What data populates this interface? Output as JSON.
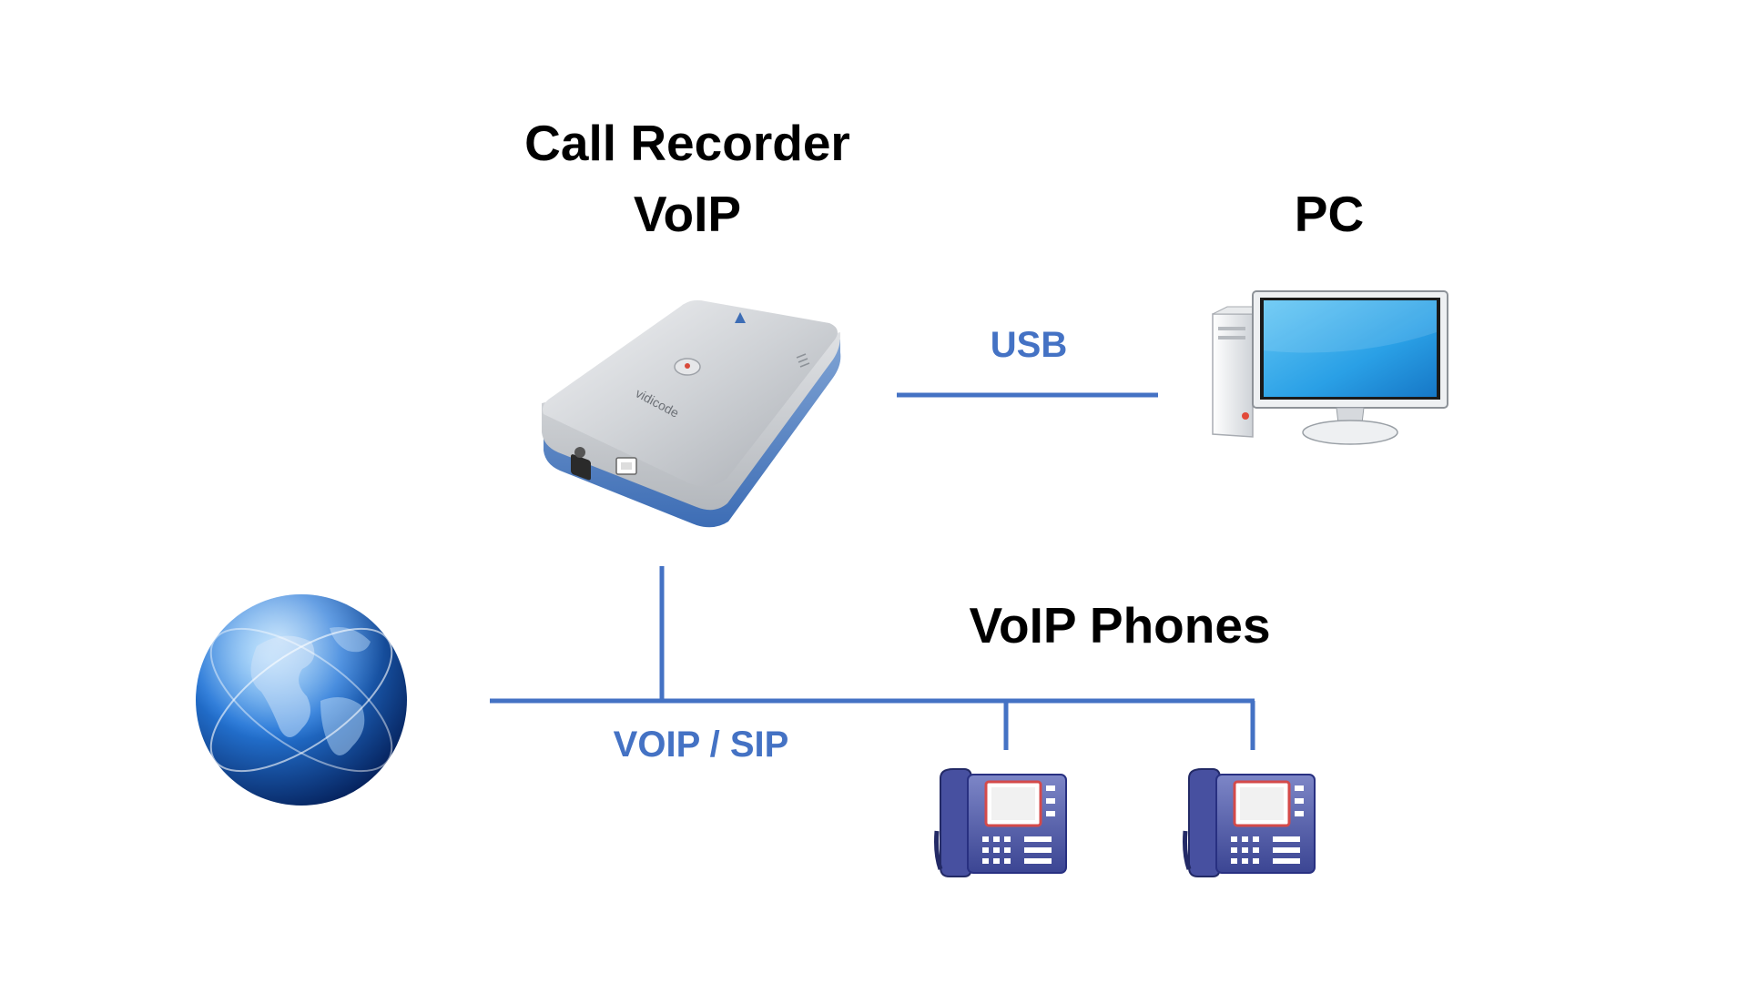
{
  "recorder": {
    "title_line1": "Call Recorder",
    "title_line2": "VoIP",
    "brand": "vidicode"
  },
  "pc": {
    "title": "PC"
  },
  "phones": {
    "title": "VoIP Phones"
  },
  "links": {
    "usb_label": "USB",
    "network_label": "VOIP / SIP"
  },
  "colors": {
    "line": "#4472c4",
    "label": "#4472c4",
    "title": "#000000"
  },
  "icons": [
    "recorder-device-icon",
    "desktop-pc-icon",
    "globe-icon",
    "desk-phone-icon"
  ]
}
